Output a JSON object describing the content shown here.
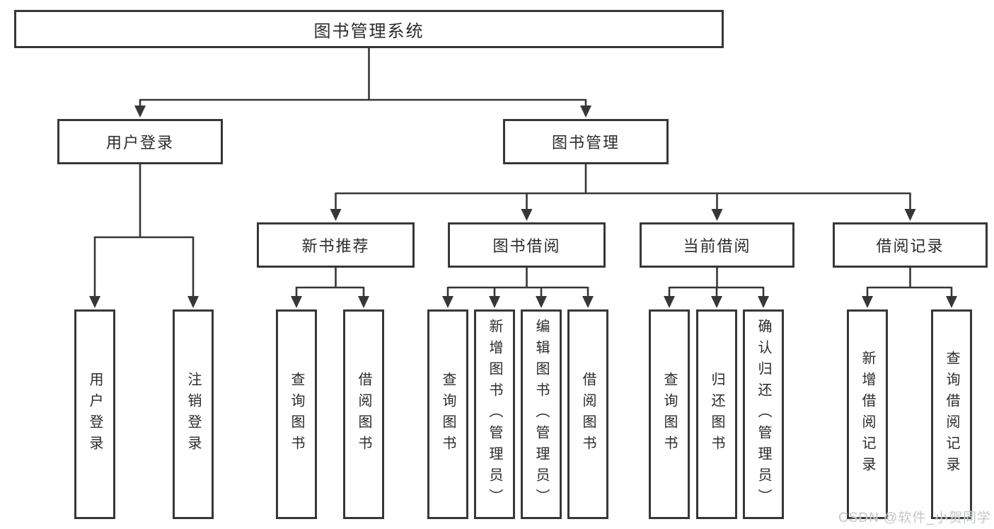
{
  "diagram": {
    "root": "图书管理系统",
    "level2": [
      "用户登录",
      "图书管理"
    ],
    "level3": [
      "新书推荐",
      "图书借阅",
      "当前借阅",
      "借阅记录"
    ],
    "login_children": [
      "用户登录",
      "注销登录"
    ],
    "recommend_children": [
      "查询图书",
      "借阅图书"
    ],
    "borrow_children": [
      "查询图书",
      "新增图书（管理员）",
      "编辑图书（管理员）",
      "借阅图书"
    ],
    "current_children": [
      "查询图书",
      "归还图书",
      "确认归还（管理员）"
    ],
    "record_children": [
      "新增借阅记录",
      "查询借阅记录"
    ]
  },
  "watermark": "CSDN @软件_小贺同学",
  "colors": {
    "line": "#373737",
    "box_border": "#373737",
    "text": "#2b2b2b",
    "watermark": "#c4c7ca",
    "background": "#ffffff"
  }
}
